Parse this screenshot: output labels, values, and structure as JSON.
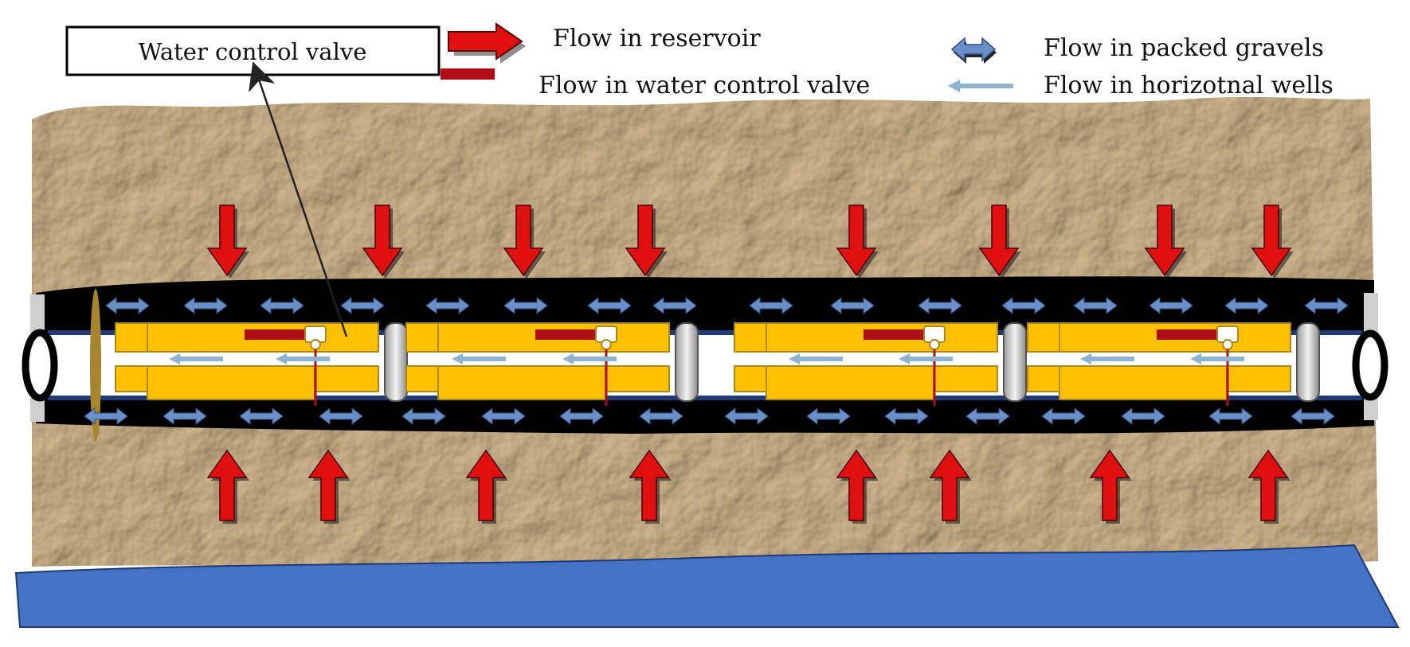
{
  "callout": {
    "label": "Water control valve"
  },
  "legend": {
    "reservoir": "Flow in reservoir",
    "gravels": "Flow in packed gravels",
    "valve": "Flow in water control valve",
    "wells": "Flow in horizotnal wells"
  },
  "colors": {
    "reservoir_arrow": "#e01010",
    "gravel_arrow": "#6b8fc7",
    "well_arrow": "#8fb4d0",
    "valve_marker": "#b00e14",
    "screen_fill": "#ffc000",
    "screen_stroke": "#a78a1a",
    "rock": "#c2a37a",
    "water": "#4472c4",
    "annulus": "#000000"
  },
  "icons": {
    "reservoir": "red-block-arrow-icon",
    "gravels": "blue-double-arrow-icon",
    "valve": "red-bar-icon",
    "wells": "light-blue-arrow-icon"
  }
}
